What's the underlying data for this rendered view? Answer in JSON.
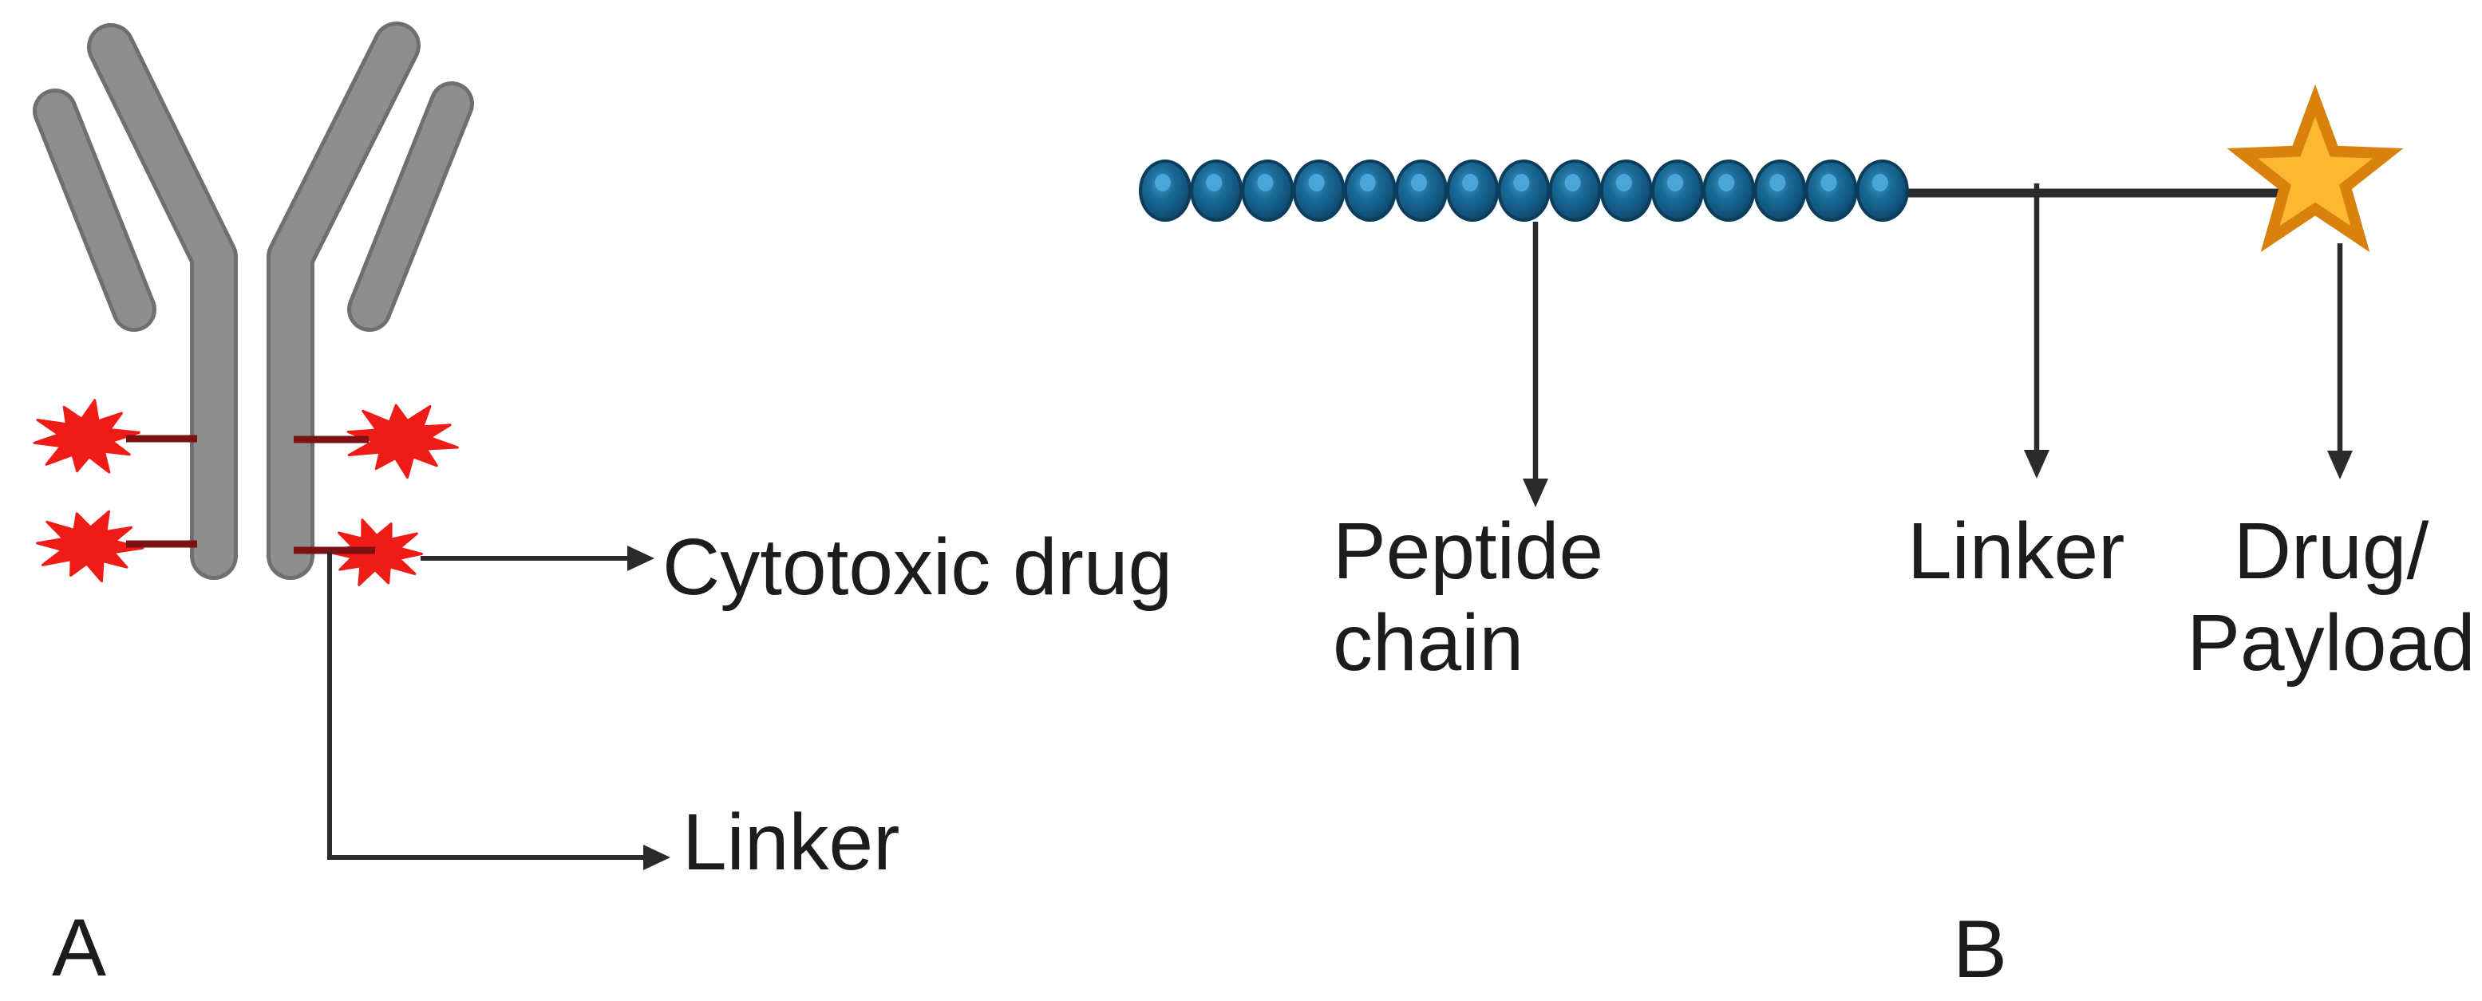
{
  "panel_a": {
    "letter": "A",
    "labels": {
      "cytotoxic_drug": "Cytotoxic drug",
      "linker": "Linker"
    },
    "starburst_count": 4
  },
  "panel_b": {
    "letter": "B",
    "labels": {
      "peptide_line1": "Peptide",
      "peptide_line2": "chain",
      "linker": "Linker",
      "drug_line1": "Drug/",
      "drug_line2": "Payload"
    },
    "bead_count": 15
  },
  "icons": {
    "antibody": "antibody-y-icon",
    "cytotoxic_drug_marker": "red-starburst-icon",
    "peptide_bead": "blue-sphere-icon",
    "payload_marker": "gold-star-icon",
    "annotation_arrow": "arrow-icon"
  },
  "colors": {
    "background": "#ffffff",
    "text": "#1c1c1c",
    "line": "#2b2b2b",
    "antibody_fill": "#8e8e8e",
    "antibody_outline": "#6f6f6f",
    "drug_red": "#ee1b16",
    "linker_maroon": "#7d1214",
    "bead_blue": "#1a6b96",
    "bead_mid": "#15618c",
    "bead_dark": "#0c3d5c",
    "bead_highlight": "#4aa6d8",
    "star_yellow": "#fcb831",
    "star_orange": "#d8820d"
  }
}
